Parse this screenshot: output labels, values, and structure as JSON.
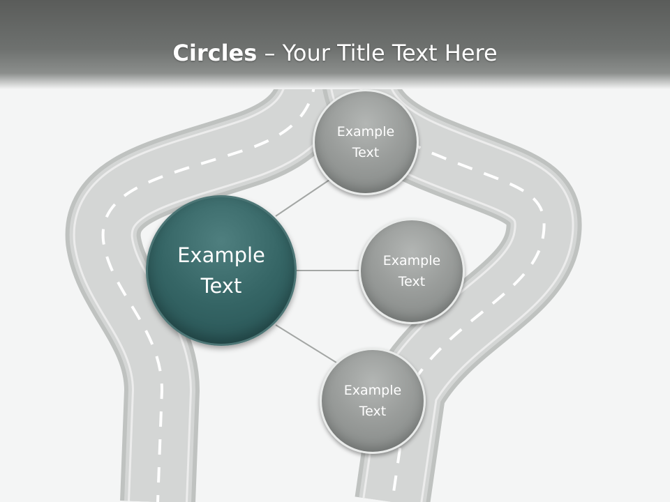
{
  "slide": {
    "title_bold": "Circles",
    "title_rest": " – Your Title Text Here"
  },
  "diagram": {
    "center": {
      "text": "Example\nText",
      "color": "#356565"
    },
    "nodes": [
      {
        "text": "Example\nText",
        "color": "#9a9d9b"
      },
      {
        "text": "Example\nText",
        "color": "#9a9d9b"
      },
      {
        "text": "Example\nText",
        "color": "#9a9d9b"
      }
    ]
  },
  "colors": {
    "title_bar": "#5a5c5a",
    "road": "#d4d6d5",
    "road_edge": "#bfc2c0",
    "lane_marking": "#ffffff",
    "connector": "#a3a6a4",
    "background": "#f4f5f5"
  }
}
